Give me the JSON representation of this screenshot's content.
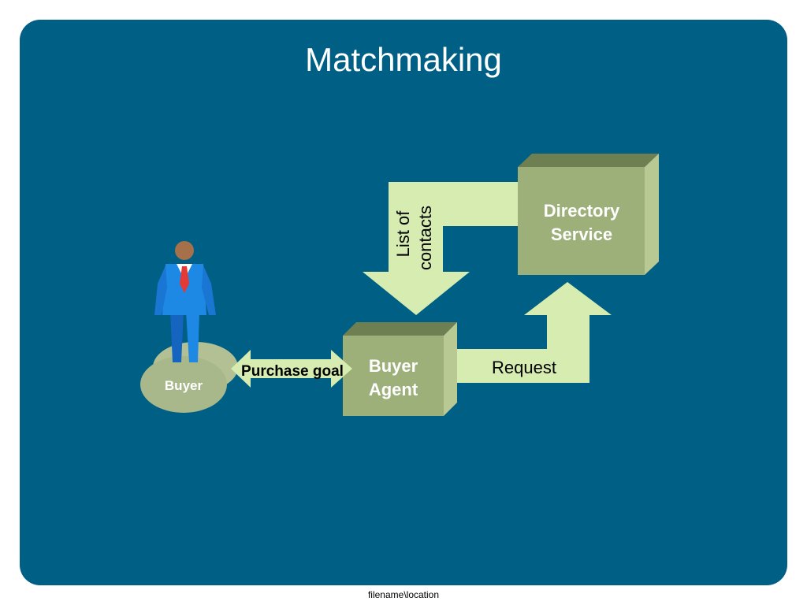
{
  "slide": {
    "title": "Matchmaking",
    "footer": "filename\\location"
  },
  "diagram": {
    "nodes": {
      "directory_service": [
        "Directory",
        "Service"
      ],
      "buyer_agent": [
        "Buyer",
        "Agent"
      ],
      "buyer": "Buyer"
    },
    "edges": {
      "list_of_contacts": [
        "List of",
        "contacts"
      ],
      "request": "Request",
      "purchase_goal": "Purchase goal"
    }
  },
  "colors": {
    "background": "#005f84",
    "arrow_fill": "#d6ecb0",
    "box_front": "#9db07a",
    "box_top": "#6e7f52",
    "box_side": "#b9c994",
    "pedestal": "#a8b88a",
    "figure_suit": "#1e88e5",
    "figure_tie": "#e53935"
  }
}
